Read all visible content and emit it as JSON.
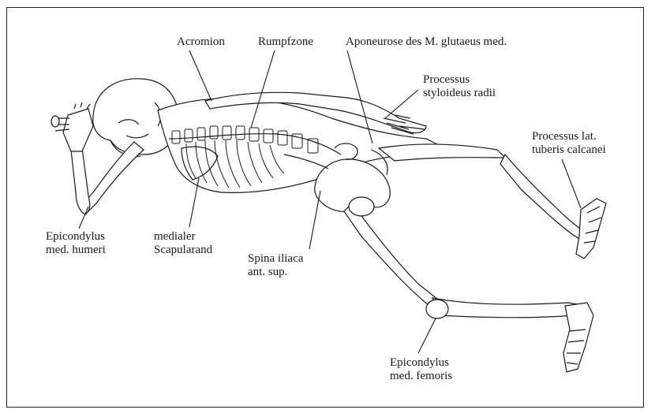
{
  "labels": {
    "acromion": "Acromion",
    "rumpfzone": "Rumpfzone",
    "aponeurose": "Aponeurose des M. glutaeus med.",
    "processus_styloideus_line1": "Processus",
    "processus_styloideus_line2": "styloideus radii",
    "processus_lat_line1": "Processus lat.",
    "processus_lat_line2": "tuberis calcanei",
    "epicondylus_humeri_line1": "Epicondylus",
    "epicondylus_humeri_line2": "med. humeri",
    "scapularand_line1": "medialer",
    "scapularand_line2": "Scapularand",
    "spina_line1": "Spina iliaca",
    "spina_line2": "ant. sup.",
    "epicondylus_femoris_line1": "Epicondylus",
    "epicondylus_femoris_line2": "med. femoris"
  }
}
